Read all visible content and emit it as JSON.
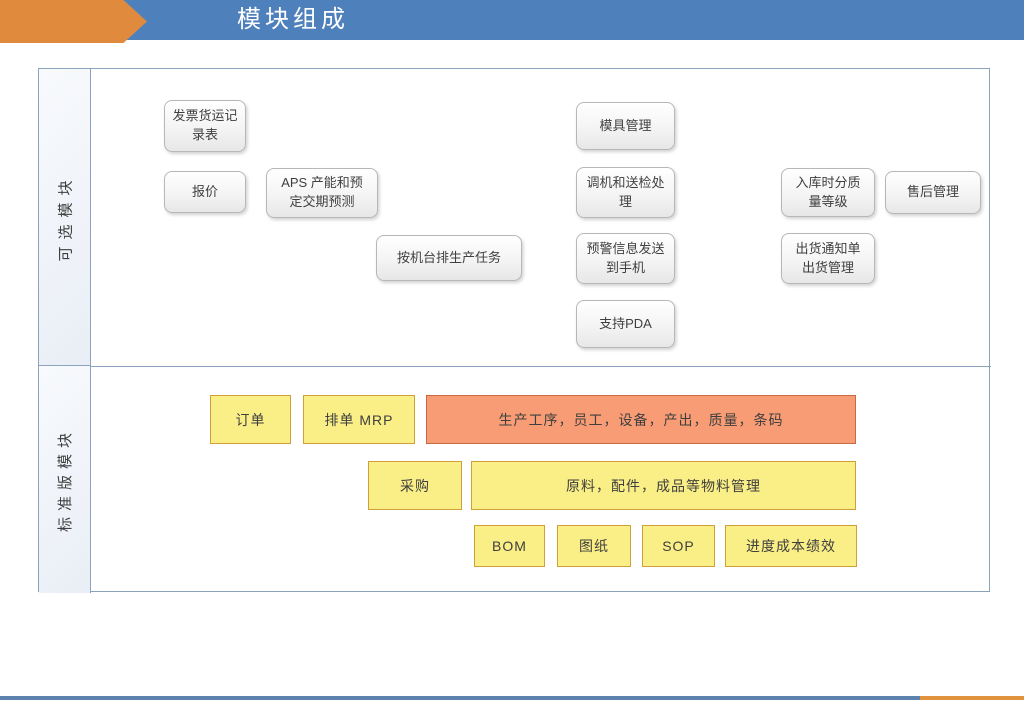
{
  "slide": {
    "title": "模块组成"
  },
  "sections": {
    "optional": {
      "label": "可选模块",
      "boxes": {
        "invoice_shipping_record": "发票货运记\n录表",
        "quote": "报价",
        "aps_capacity_forecast": "APS 产能和预\n定交期预测",
        "machine_task_scheduling": "按机台排生产任务",
        "mold_management": "模具管理",
        "machine_adjust_inspection": "调机和送检处\n理",
        "alert_to_phone": "预警信息发送\n到手机",
        "pda_support": "支持PDA",
        "warehouse_quality_grading": "入库时分质\n量等级",
        "after_sales": "售后管理",
        "shipping_notice": "出货通知单\n出货管理"
      }
    },
    "standard": {
      "label": "标准版模块",
      "boxes": {
        "order": {
          "text": "订单",
          "variant": "yellow"
        },
        "mrp": {
          "text": "排单  MRP",
          "variant": "yellow"
        },
        "production": {
          "text": "生产工序，员工，设备，产出，质量，条码",
          "variant": "orange"
        },
        "purchasing": {
          "text": "采购",
          "variant": "yellow"
        },
        "materials": {
          "text": "原料，配件，成品等物料管理",
          "variant": "yellow"
        },
        "bom": {
          "text": "BOM",
          "variant": "yellow"
        },
        "drawings": {
          "text": "图纸",
          "variant": "yellow"
        },
        "sop": {
          "text": "SOP",
          "variant": "yellow"
        },
        "progress_cost_performance": {
          "text": "进度成本绩效",
          "variant": "yellow"
        }
      }
    }
  },
  "colors": {
    "header_blue": "#4e80bc",
    "arrow_orange": "#df8a3c",
    "frame_border": "#8ba3bc",
    "yellow_fill": "#faee86",
    "yellow_border": "#d0a139",
    "orange_fill": "#f79c74",
    "orange_border": "#c8693f",
    "footer_blue": "#5b83ad",
    "footer_orange": "#e0923d"
  }
}
